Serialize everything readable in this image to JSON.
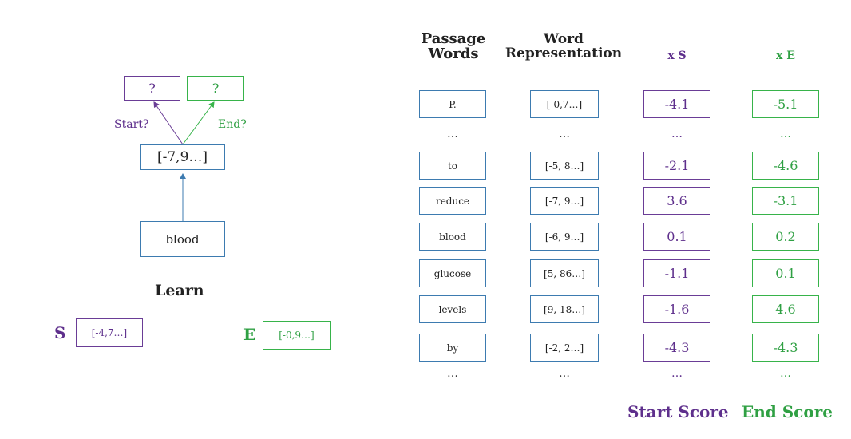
{
  "left": {
    "top_boxes": {
      "start": "?",
      "end": "?"
    },
    "labels": {
      "start": "Start?",
      "end": "End?"
    },
    "vector": "[-7,9…]",
    "word": "blood",
    "learn_title": "Learn",
    "s": {
      "letter": "S",
      "vector": "[-4,7…]"
    },
    "e": {
      "letter": "E",
      "vector": "[-0,9…]"
    }
  },
  "table": {
    "headers": {
      "passage_line1": "Passage",
      "passage_line2": "Words",
      "word_line1": "Word",
      "word_line2": "Representation",
      "xs": "x S",
      "xe": "x E"
    },
    "ellipsis": "…",
    "rows": [
      {
        "word": "P.",
        "rep": "[-0,7…]",
        "s": "-4.1",
        "e": "-5.1"
      },
      {
        "ellipsis": true
      },
      {
        "word": "to",
        "rep": "[-5, 8…]",
        "s": "-2.1",
        "e": "-4.6"
      },
      {
        "word": "reduce",
        "rep": "[-7, 9…]",
        "s": "3.6",
        "e": "-3.1"
      },
      {
        "word": "blood",
        "rep": "[-6, 9…]",
        "s": "0.1",
        "e": "0.2"
      },
      {
        "word": "glucose",
        "rep": "[5, 86…]",
        "s": "-1.1",
        "e": "0.1"
      },
      {
        "word": "levels",
        "rep": "[9, 18…]",
        "s": "-1.6",
        "e": "4.6"
      },
      {
        "word": "by",
        "rep": "[-2, 2…]",
        "s": "-4.3",
        "e": "-4.3"
      },
      {
        "ellipsis": true
      }
    ],
    "footer": {
      "start_score": "Start Score",
      "end_score": "End Score"
    }
  },
  "colors": {
    "purple": "#5e2f8c",
    "green": "#2fa043",
    "blue": "#3d7bb0"
  }
}
